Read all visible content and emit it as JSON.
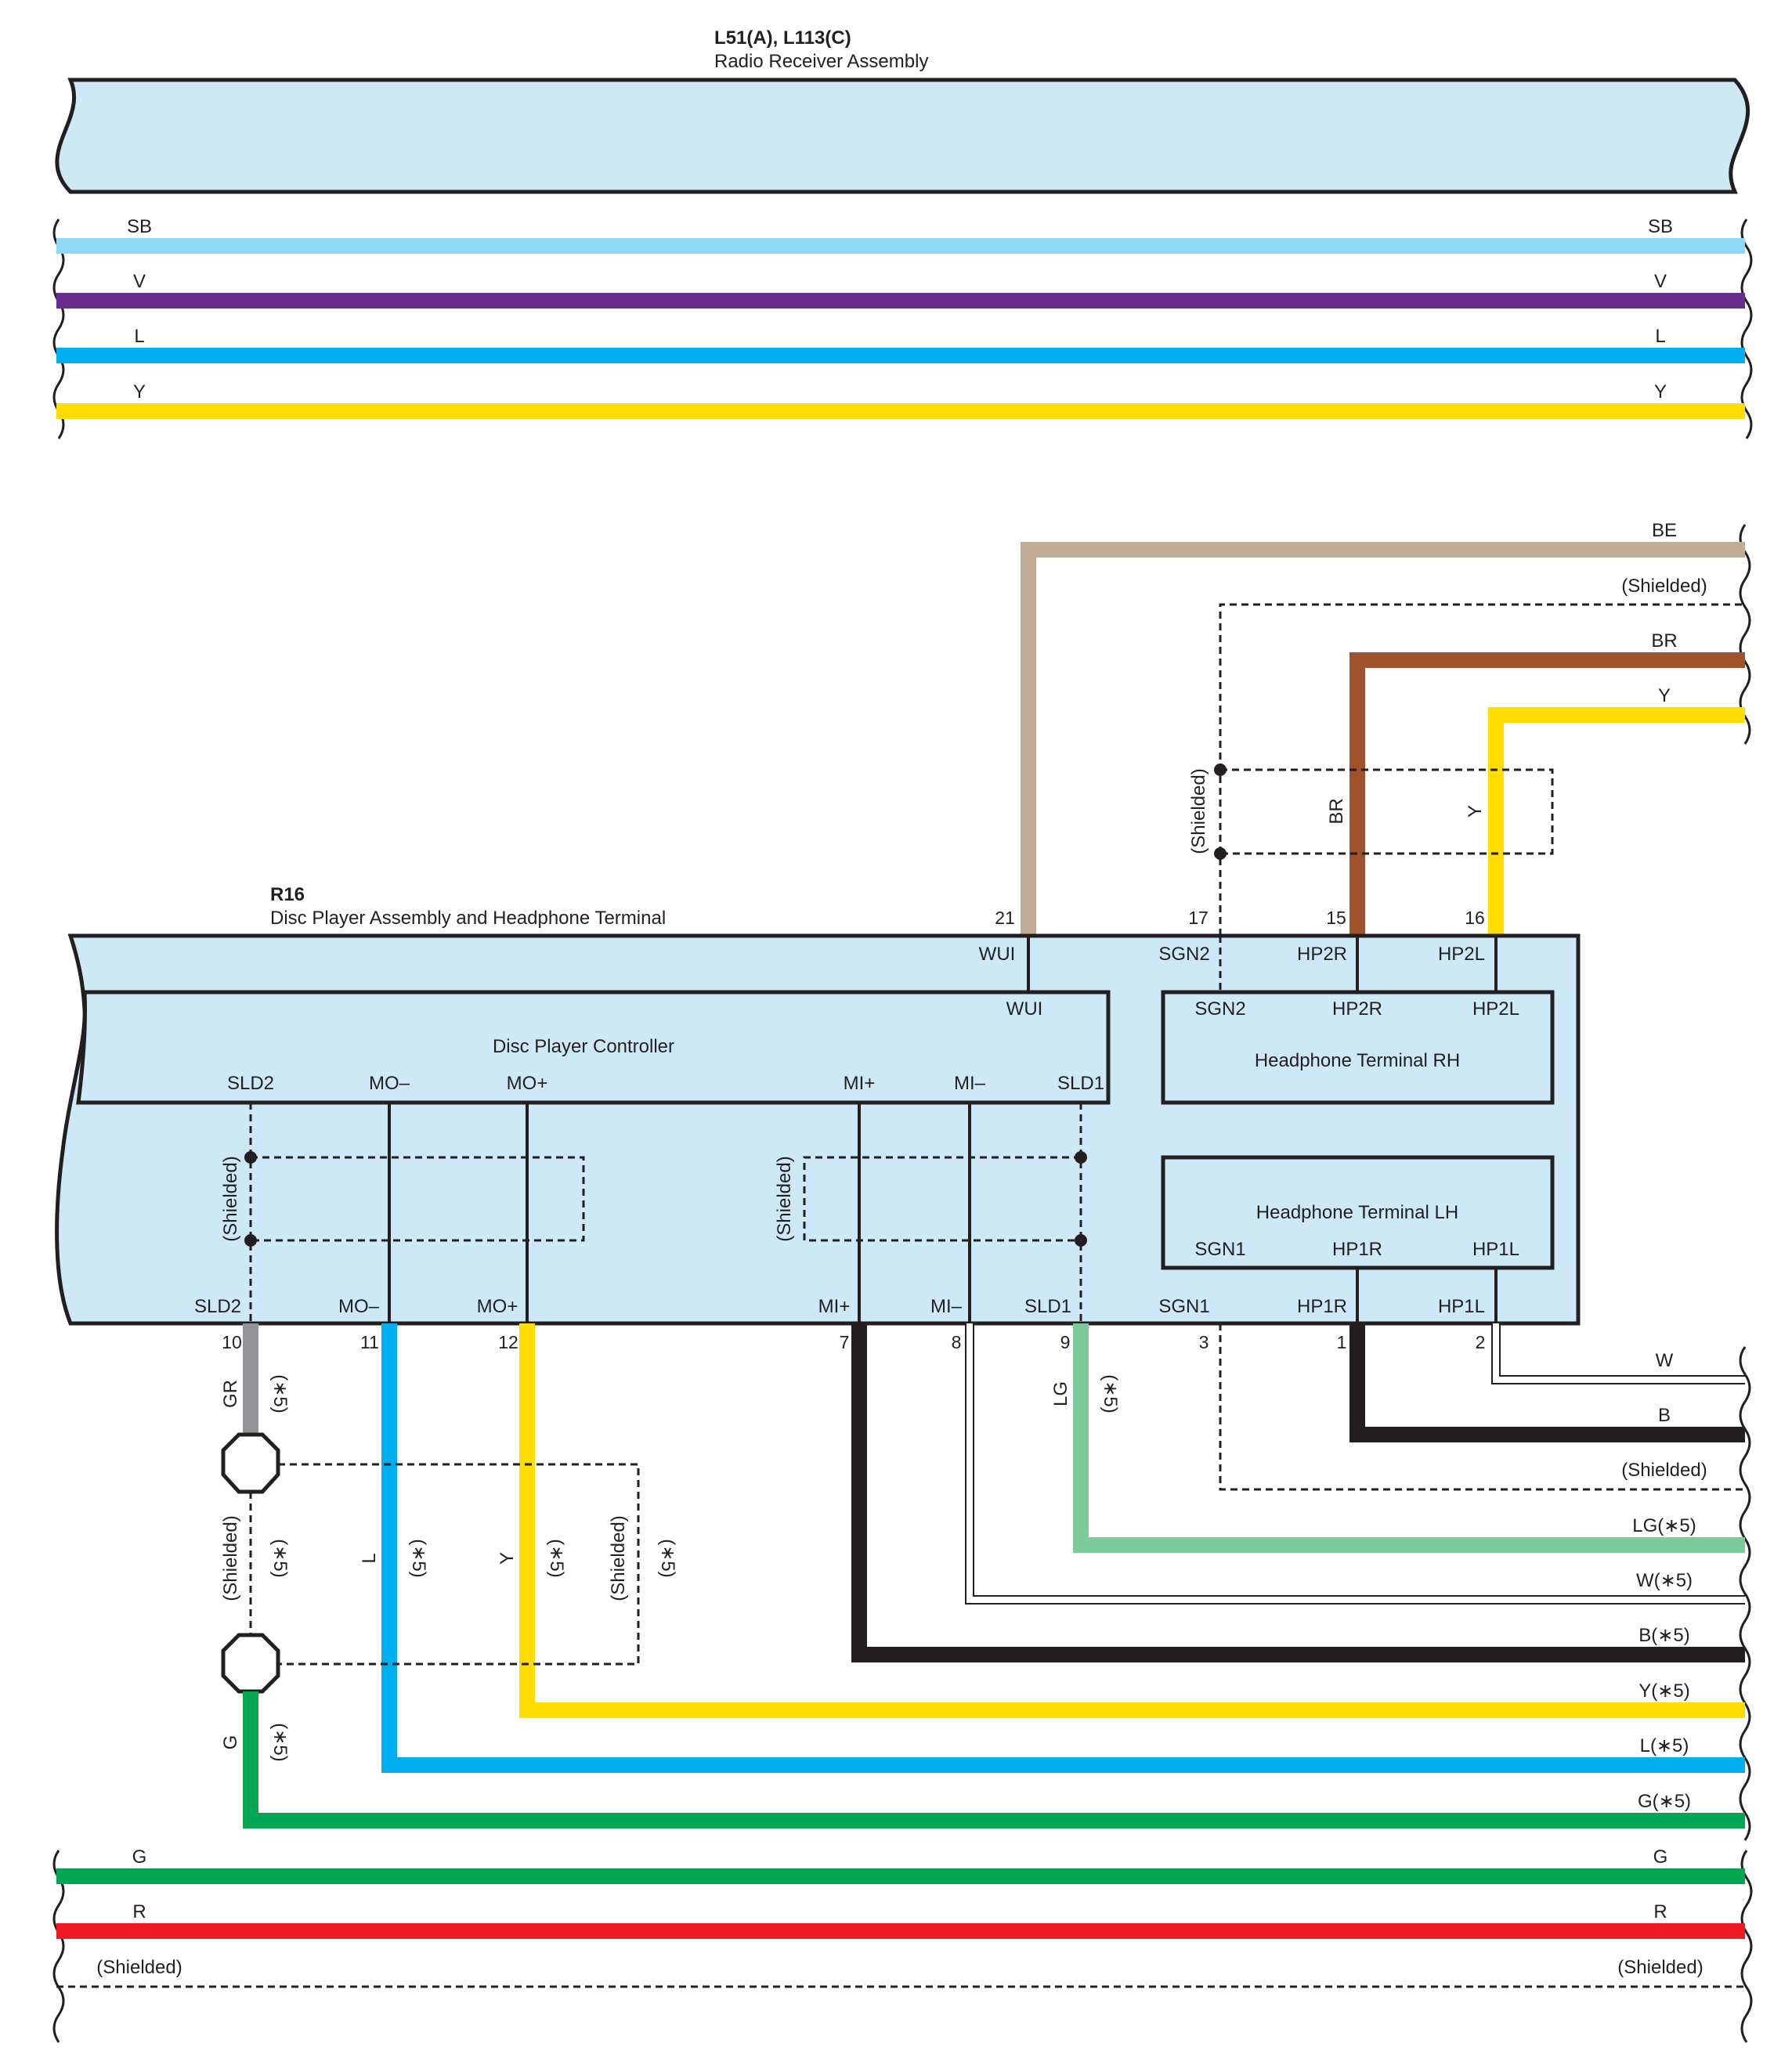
{
  "colors": {
    "component_fill": "#cde9f8",
    "outline": "#231f20",
    "SB": "#8fd8f6",
    "V": "#6b2c91",
    "L": "#00aeef",
    "Y": "#ffdd00",
    "BE": "#c2ab95",
    "BR": "#a0522d",
    "B": "#231f20",
    "LG": "#7ecb9a",
    "W": "#ffffff",
    "GR": "#939598",
    "G": "#00a651",
    "R": "#ed1c24"
  },
  "radio": {
    "code": "L51(A), L113(C)",
    "name": "Radio Receiver Assembly"
  },
  "top_wires": [
    "SB",
    "V",
    "L",
    "Y"
  ],
  "bottom_wires": [
    "G",
    "R",
    "(Shielded)"
  ],
  "r16": {
    "code": "R16",
    "name": "Disc Player Assembly and Headphone Terminal",
    "top_pins": [
      {
        "num": "21",
        "name": "WUI"
      },
      {
        "num": "17",
        "name": "SGN2"
      },
      {
        "num": "15",
        "name": "HP2R"
      },
      {
        "num": "16",
        "name": "HP2L"
      }
    ],
    "bottom_pins": [
      {
        "num": "10",
        "name": "SLD2"
      },
      {
        "num": "11",
        "name": "MO–"
      },
      {
        "num": "12",
        "name": "MO+"
      },
      {
        "num": "7",
        "name": "MI+"
      },
      {
        "num": "8",
        "name": "MI–"
      },
      {
        "num": "9",
        "name": "SLD1"
      },
      {
        "num": "3",
        "name": "SGN1"
      },
      {
        "num": "1",
        "name": "HP1R"
      },
      {
        "num": "2",
        "name": "HP1L"
      }
    ]
  },
  "controller": {
    "name": "Disc Player Controller",
    "top_term": "WUI",
    "terms": [
      "SLD2",
      "MO–",
      "MO+",
      "MI+",
      "MI–",
      "SLD1"
    ]
  },
  "hp_rh": {
    "name": "Headphone Terminal RH",
    "terms": [
      "SGN2",
      "HP2R",
      "HP2L"
    ]
  },
  "hp_lh": {
    "name": "Headphone Terminal LH",
    "terms": [
      "SGN1",
      "HP1R",
      "HP1L"
    ]
  },
  "shielded": "(Shielded)",
  "upper_right_wires": [
    "BE",
    "(Shielded)",
    "BR",
    "Y"
  ],
  "upper_vertical_labels": [
    "BR",
    "Y"
  ],
  "right_wires": [
    "W",
    "B",
    "(Shielded)",
    "LG(∗5)",
    "W(∗5)",
    "B(∗5)",
    "Y(∗5)",
    "L(∗5)",
    "G(∗5)"
  ],
  "vertical_labels": {
    "gr": "GR",
    "lg": "LG",
    "l": "L",
    "y": "Y",
    "g": "G",
    "note": "(∗5)"
  }
}
